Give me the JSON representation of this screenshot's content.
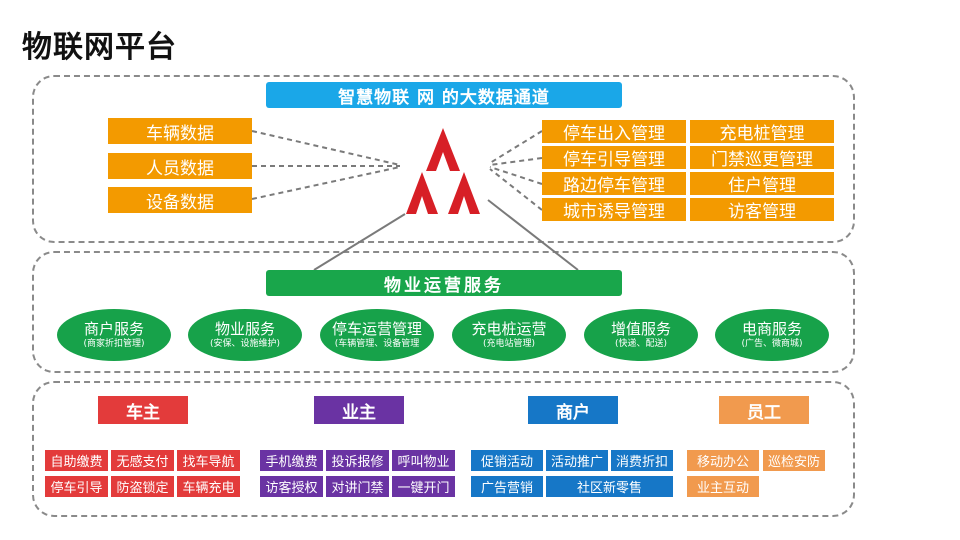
{
  "title": "物联网平台",
  "top_section": {
    "banner": "智慧物联 网 的大数据通道",
    "data_sources": [
      "车辆数据",
      "人员数据",
      "设备数据"
    ],
    "applications": [
      "停车出入管理",
      "充电桩管理",
      "停车引导管理",
      "门禁巡更管理",
      "路边停车管理",
      "住户管理",
      "城市诱导管理",
      "访客管理"
    ]
  },
  "middle_section": {
    "banner": "物业运营服务",
    "services": [
      {
        "title": "商户服务",
        "sub": "(商家折扣管理)"
      },
      {
        "title": "物业服务",
        "sub": "(安保、设施维护)"
      },
      {
        "title": "停车运营管理",
        "sub": "(车辆管理、设备管理"
      },
      {
        "title": "充电桩运营",
        "sub": "(充电站管理)"
      },
      {
        "title": "增值服务",
        "sub": "(快递、配送)"
      },
      {
        "title": "电商服务",
        "sub": "(广告、微商城)"
      }
    ]
  },
  "bottom_section": {
    "roles": [
      {
        "name": "车主",
        "color": "#e33b3b",
        "items": [
          "自助缴费",
          "无感支付",
          "找车导航",
          "停车引导",
          "防盗锁定",
          "车辆充电"
        ]
      },
      {
        "name": "业主",
        "color": "#6a33a3",
        "items": [
          "手机缴费",
          "投诉报修",
          "呼叫物业",
          "访客授权",
          "对讲门禁",
          "一键开门"
        ]
      },
      {
        "name": "商户",
        "color": "#1677c7",
        "items": [
          "促销活动",
          "活动推广",
          "消费折扣",
          "广告营销",
          "社区新零售"
        ]
      },
      {
        "name": "员工",
        "color": "#f19a4e",
        "items": [
          "移动办公",
          "巡检安防",
          "业主互动"
        ]
      }
    ]
  },
  "colors": {
    "cyan": "#1aa7e8",
    "green": "#19a64b",
    "orange": "#f39a00",
    "logo_red": "#d71f26"
  },
  "icons": {
    "logo": "triple-a-logo-icon"
  }
}
